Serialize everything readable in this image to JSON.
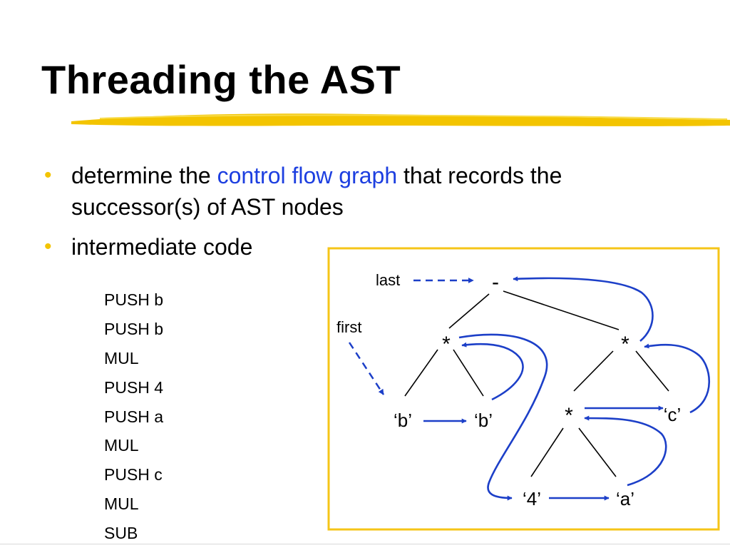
{
  "slide": {
    "title": "Threading the AST",
    "bullets": [
      {
        "text_before": "determine the ",
        "highlight": "control flow graph",
        "text_after": " that records the successor(s) of AST nodes"
      },
      {
        "text": "intermediate code"
      }
    ],
    "code": [
      "PUSH b",
      "PUSH b",
      "MUL",
      "PUSH 4",
      "PUSH a",
      "MUL",
      "PUSH c",
      "MUL",
      "SUB"
    ]
  },
  "diagram": {
    "labels": {
      "last": "last",
      "first": "first"
    },
    "nodes": {
      "root": "-",
      "mul_left": "*",
      "mul_right": "*",
      "b1": "‘b’",
      "b2": "‘b’",
      "mul_mid": "*",
      "c": "‘c’",
      "four": "‘4’",
      "a": "‘a’"
    }
  },
  "colors": {
    "accent_yellow": "#f3c400",
    "frame": "#f5c518",
    "flow_arrow": "#1c3fc8",
    "link_text": "#1d3fe0"
  }
}
